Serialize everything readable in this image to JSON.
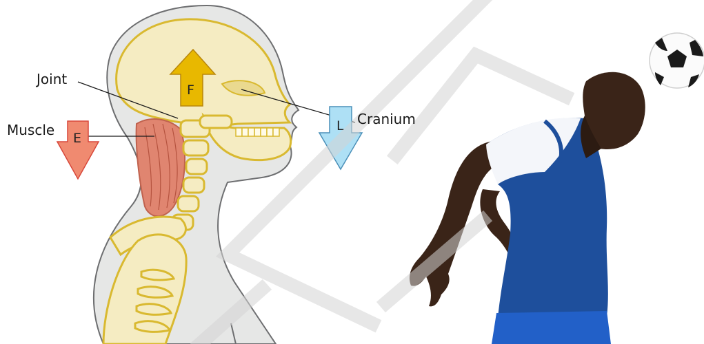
{
  "diagram": {
    "labels": {
      "joint": "Joint",
      "muscle": "Muscle",
      "cranium": "Cranium"
    },
    "arrows": {
      "effort": {
        "letter": "E",
        "color": "#f08a70",
        "stroke": "#d8473a",
        "direction": "down"
      },
      "fulcrum": {
        "letter": "F",
        "color": "#e8b800",
        "stroke": "#b8860b",
        "direction": "up"
      },
      "load": {
        "letter": "L",
        "color": "#aee0f5",
        "stroke": "#4a8fb8",
        "direction": "down"
      }
    },
    "colors": {
      "body_fill": "#e6e7e6",
      "body_outline": "#6d6e70",
      "bone_fill": "#f5ecc2",
      "bone_outline": "#d9b930",
      "muscle_fill": "#e08570",
      "jersey_blue": "#1e4f9c",
      "jersey_white": "#f4f6fa",
      "skin": "#3a2418",
      "watermark": "#d4d4d4"
    }
  }
}
